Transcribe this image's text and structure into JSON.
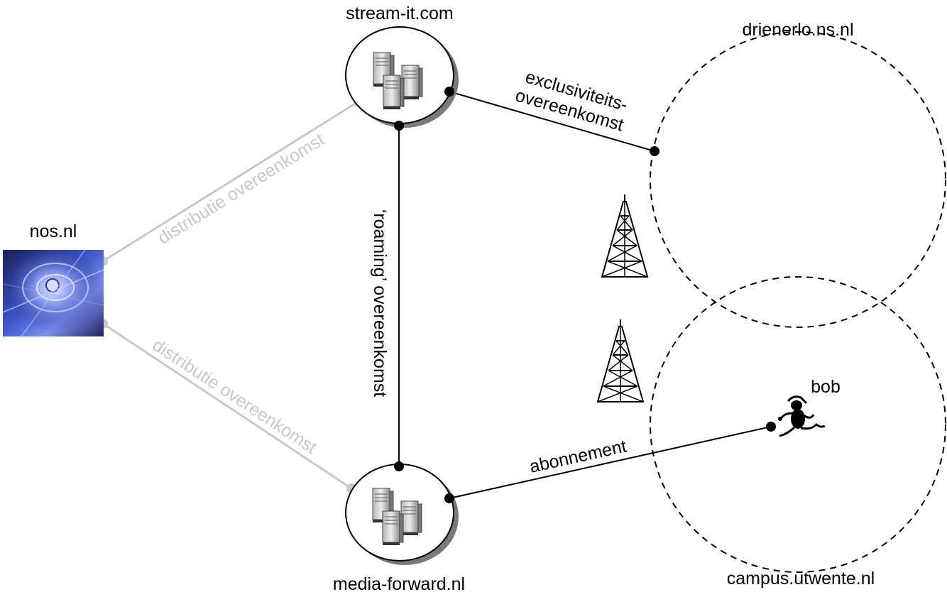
{
  "nodes": {
    "nos": {
      "label": "nos.nl"
    },
    "stream_it": {
      "label": "stream-it.com"
    },
    "media_forward": {
      "label": "media-forward.nl"
    },
    "drienerlo": {
      "label": "drienerlo.ns.nl"
    },
    "campus": {
      "label": "campus.utwente.nl"
    },
    "bob": {
      "label": "bob"
    }
  },
  "edges": {
    "distributie_top": {
      "label": "distributie overeenkomst"
    },
    "distributie_bottom": {
      "label": "distributie overeenkomst"
    },
    "roaming": {
      "label": "‘roaming’ overeenkomst"
    },
    "exclusiviteit_line1": {
      "label": "exclusiviteits-"
    },
    "exclusiviteit_line2": {
      "label": "overeenkomst"
    },
    "abonnement": {
      "label": "abonnement"
    }
  },
  "colors": {
    "line": "#000000",
    "grey_line": "#c8c8c8",
    "coverage_dash": "#000000"
  }
}
